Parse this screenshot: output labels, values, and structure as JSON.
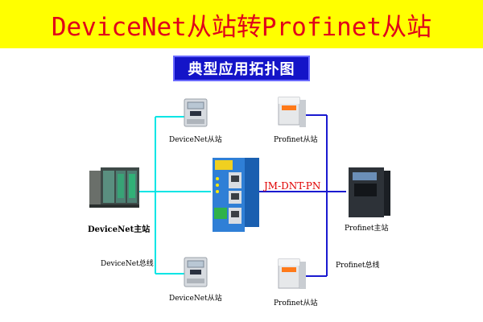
{
  "header": {
    "title": "DeviceNet从站转Profinet从站"
  },
  "subtitle": "典型应用拓扑图",
  "nodes": {
    "devicenet_master": "DeviceNet主站",
    "devicenet_bus": "DeviceNet总线",
    "devicenet_slave_top": "DeviceNet从站",
    "devicenet_slave_bottom": "DeviceNet从站",
    "gateway_model": "JM-DNT-PN",
    "profinet_slave_top": "Profinet从站",
    "profinet_slave_bottom": "Profinet从站",
    "profinet_master": "Profinet主站",
    "profinet_bus": "Profinet总线"
  },
  "colors": {
    "banner": "#ffff00",
    "title_text": "#e0001a",
    "subtitle_bg": "#1414c8",
    "devicenet_line": "#00e5e5",
    "profinet_line": "#1a1ad0",
    "model_text": "#e00000"
  },
  "icons": [
    "plc-icon",
    "energy-meter-icon",
    "gateway-icon",
    "frequency-inverter-icon",
    "drive-icon"
  ]
}
